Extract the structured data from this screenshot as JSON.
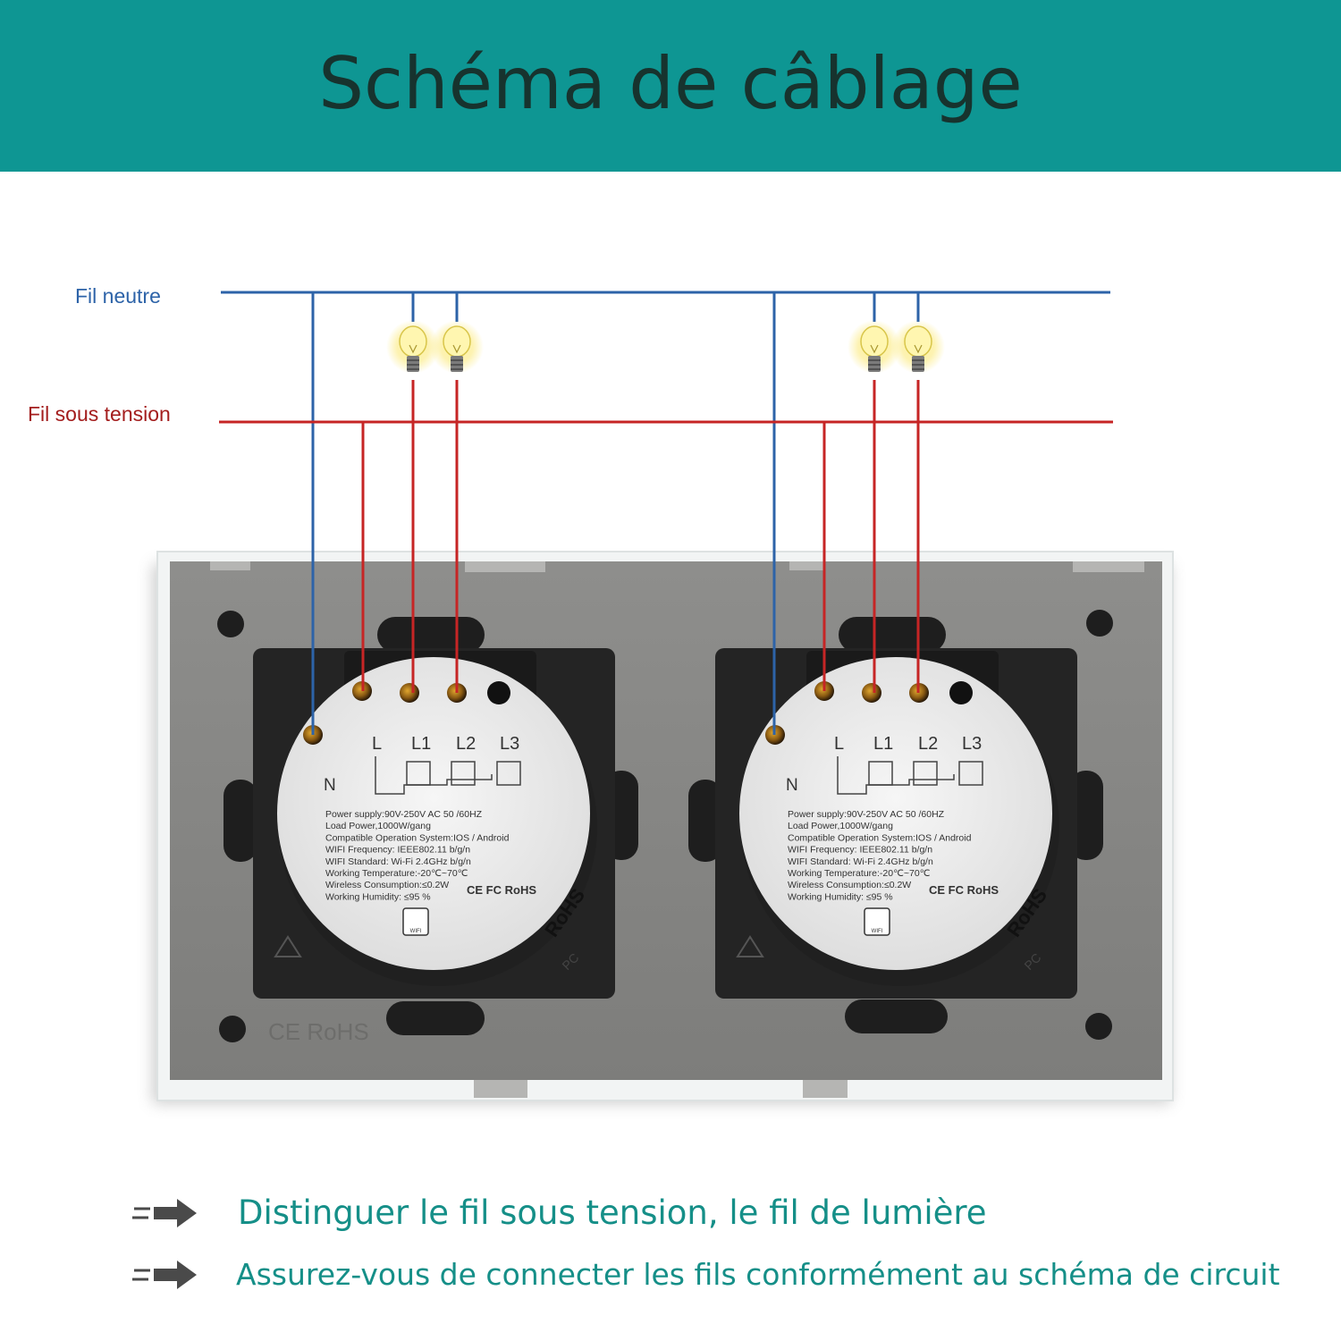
{
  "header": {
    "title": "Schéma de câblage"
  },
  "wires": {
    "neutral_label": "Fil neutre",
    "live_label": "Fil sous tension",
    "neutral_color": "#2d63a8",
    "live_color": "#c62525"
  },
  "switch_left": {
    "terminal_n": "N",
    "terminal_l": "L",
    "terminal_l1": "L1",
    "terminal_l2": "L2",
    "terminal_l3": "L3",
    "spec_lines": [
      "Power supply:90V-250V AC  50 /60HZ",
      "Load Power,1000W/gang",
      "Compatible Operation System:IOS / Android",
      "WIFI Frequency: IEEE802.11 b/g/n",
      "WIFI Standard: Wi-Fi 2.4GHz b/g/n",
      "Working Temperature:-20℃~70℃",
      "Wireless Consumption:≤0.2W",
      "Working Humidity: ≤95 %"
    ],
    "cert": "CE FC RoHS",
    "rohs_arc": "RoHS",
    "wifi": "WIFI",
    "pc": "PC"
  },
  "switch_right": {
    "terminal_n": "N",
    "terminal_l": "L",
    "terminal_l1": "L1",
    "terminal_l2": "L2",
    "terminal_l3": "L3",
    "spec_lines": [
      "Power supply:90V-250V AC  50 /60HZ",
      "Load Power,1000W/gang",
      "Compatible Operation System:IOS / Android",
      "WIFI Frequency: IEEE802.11 b/g/n",
      "WIFI Standard: Wi-Fi 2.4GHz b/g/n",
      "Working Temperature:-20℃~70℃",
      "Wireless Consumption:≤0.2W",
      "Working Humidity: ≤95 %"
    ],
    "cert": "CE FC RoHS",
    "rohs_arc": "RoHS",
    "wifi": "WIFI",
    "pc": "PC"
  },
  "plate": {
    "marking": "CE RoHS"
  },
  "notes": [
    {
      "icon": "arrow-icon",
      "text": "Distinguer le fil sous tension, le fil de lumière"
    },
    {
      "icon": "arrow-icon",
      "text": "Assurez-vous de connecter les fils conformément au schéma de circuit"
    }
  ]
}
